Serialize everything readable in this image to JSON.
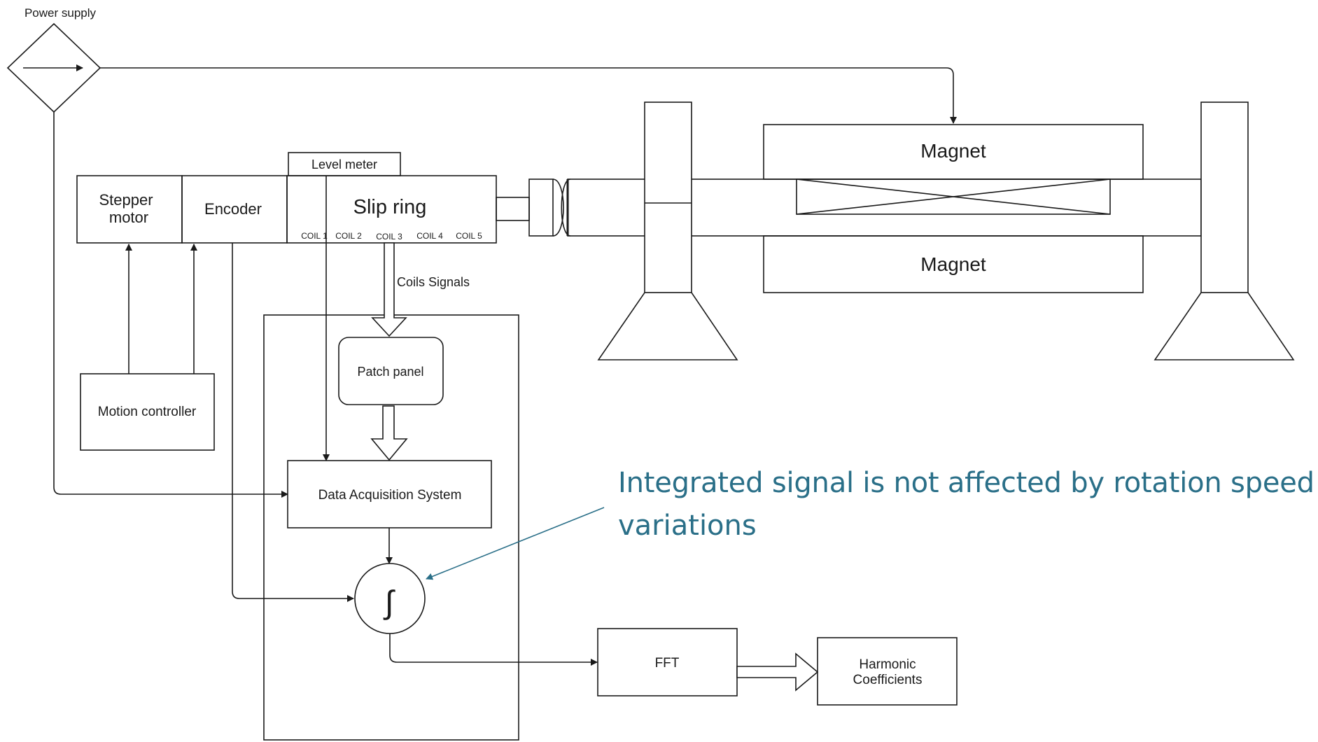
{
  "labels": {
    "power_supply": "Power supply",
    "level_meter": "Level meter",
    "stepper_motor_line1": "Stepper",
    "stepper_motor_line2": "motor",
    "encoder": "Encoder",
    "slip_ring": "Slip ring",
    "coils": [
      "COIL 1",
      "COIL 2",
      "COIL 3",
      "COIL 4",
      "COIL 5"
    ],
    "coils_signals": "Coils Signals",
    "magnet_top": "Magnet",
    "magnet_bottom": "Magnet",
    "patch_panel": "Patch panel",
    "motion_controller": "Motion controller",
    "daq": "Data Acquisition System",
    "integrator_symbol": "∫",
    "fft": "FFT",
    "harmonic_line1": "Harmonic",
    "harmonic_line2": "Coefficients"
  },
  "annotation": {
    "line1": "Integrated signal is not affected by rotation speed",
    "line2": "variations"
  },
  "colors": {
    "stroke": "#1a1a1a",
    "annotation": "#2a6f88"
  }
}
